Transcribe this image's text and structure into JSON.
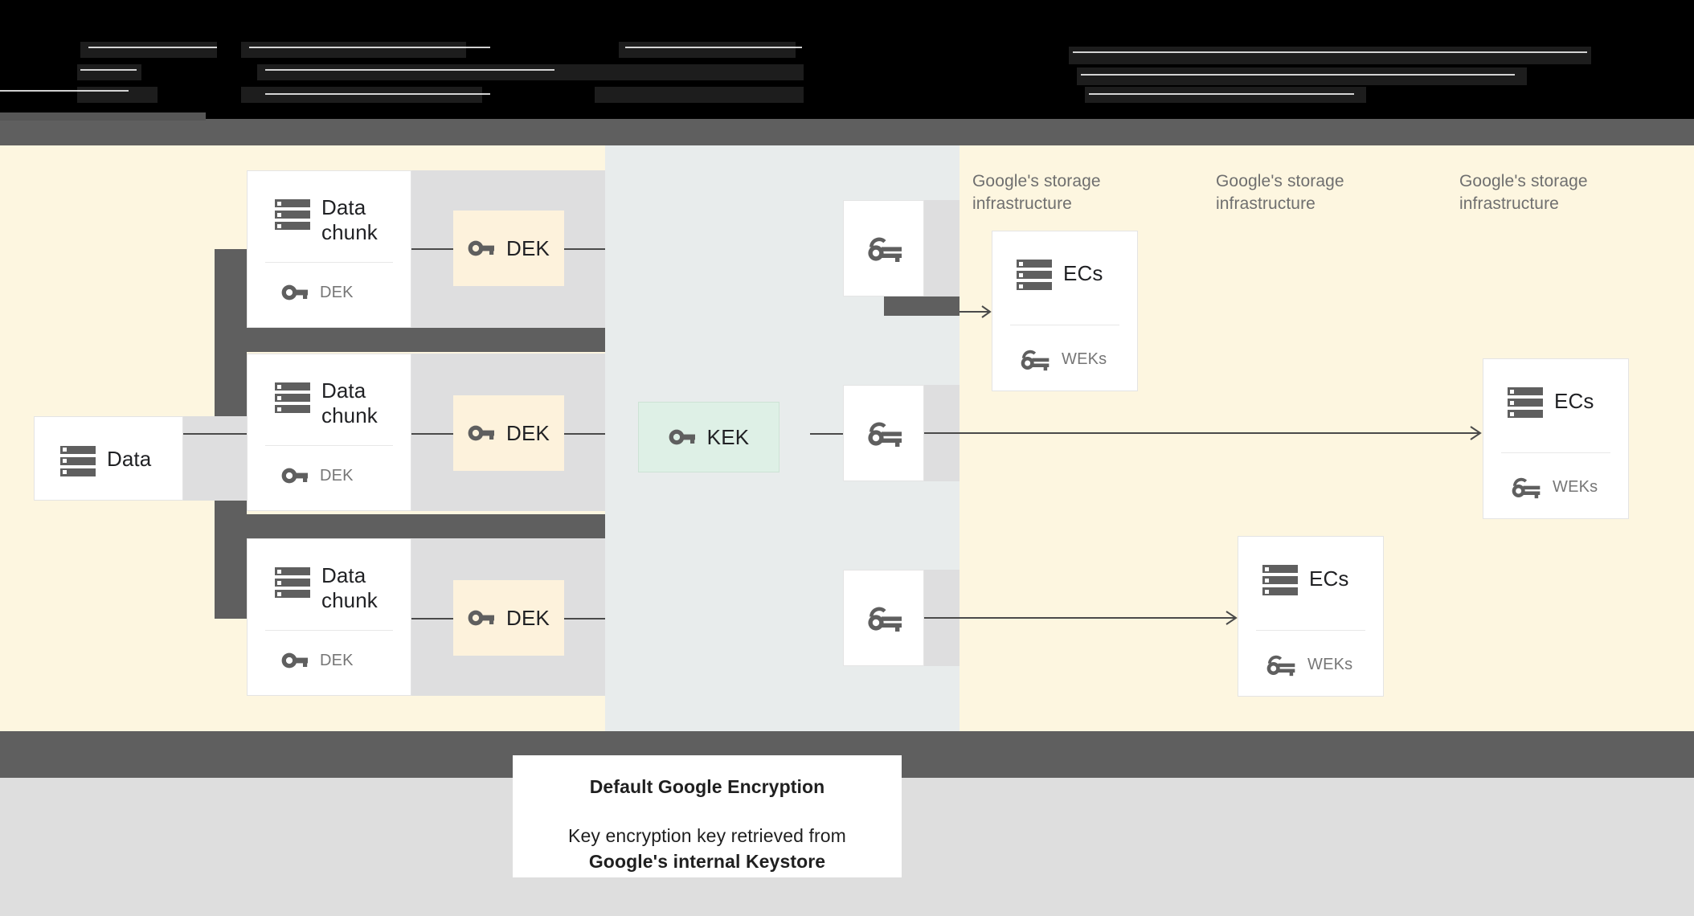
{
  "header": {
    "redacted_note": "obscured dark header text (illegible in source)"
  },
  "diagram": {
    "source": {
      "label": "Data",
      "icon": "server-stack-icon"
    },
    "chunks": [
      {
        "title": "Data chunk",
        "key_label": "DEK",
        "icon": "server-stack-icon",
        "key_icon": "key-icon"
      },
      {
        "title": "Data chunk",
        "key_label": "DEK",
        "icon": "server-stack-icon",
        "key_icon": "key-icon"
      },
      {
        "title": "Data chunk",
        "key_label": "DEK",
        "icon": "server-stack-icon",
        "key_icon": "key-icon"
      }
    ],
    "deks": [
      {
        "label": "DEK",
        "icon": "key-icon"
      },
      {
        "label": "DEK",
        "icon": "key-icon"
      },
      {
        "label": "DEK",
        "icon": "key-icon"
      }
    ],
    "kek": {
      "label": "KEK",
      "icon": "key-icon"
    },
    "wrapped_keys": [
      {
        "icon": "wrapped-key-icon"
      },
      {
        "icon": "wrapped-key-icon"
      },
      {
        "icon": "wrapped-key-icon"
      }
    ],
    "storage_columns": [
      {
        "caption": "Google's storage infrastructure"
      },
      {
        "caption": "Google's storage infrastructure"
      },
      {
        "caption": "Google's storage infrastructure"
      }
    ],
    "ec_cards": [
      {
        "title": "ECs",
        "key_label": "WEKs",
        "icon": "server-stack-icon",
        "key_icon": "wrapped-key-icon"
      },
      {
        "title": "ECs",
        "key_label": "WEKs",
        "icon": "server-stack-icon",
        "key_icon": "wrapped-key-icon"
      },
      {
        "title": "ECs",
        "key_label": "WEKs",
        "icon": "server-stack-icon",
        "key_icon": "wrapped-key-icon"
      }
    ]
  },
  "legend": {
    "title": "Default Google Encryption",
    "subtitle_line1": "Key encryption key retrieved from",
    "subtitle_line2": "Google's internal Keystore"
  },
  "colors": {
    "cream": "#fdf6e0",
    "dek_fill": "#fdf2dc",
    "kek_fill": "#def0e6",
    "middle_band": "#e8ecec",
    "dark_gray": "#5f5f5f",
    "bottom_gray": "#dedede",
    "icon_gray": "#5f5f5f",
    "text_dark": "#202124",
    "text_muted": "#767676",
    "caption_gray": "#6f6f6f"
  }
}
